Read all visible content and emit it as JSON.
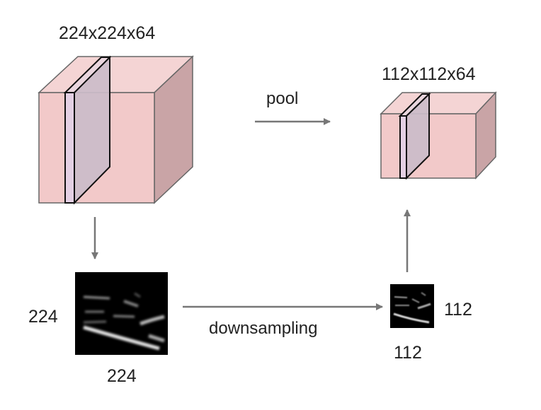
{
  "colors": {
    "front_face": "#f2c9c9",
    "top_face": "#f4d4d4",
    "side_face": "#c9a4a6",
    "slice_front": "#e4d0e4",
    "slice_side": "#cbbcc9",
    "edge": "#666666",
    "slice_edge": "#111111",
    "arrow": "#777777",
    "feature_map_bg": "#000000"
  },
  "input_volume": {
    "label": "224x224x64"
  },
  "output_volume": {
    "label": "112x112x64"
  },
  "pool_arrow": {
    "label": "pool"
  },
  "downsampling_arrow": {
    "label": "downsampling"
  },
  "input_slice": {
    "height_label": "224",
    "width_label": "224"
  },
  "output_slice": {
    "height_label": "112",
    "width_label": "112"
  }
}
